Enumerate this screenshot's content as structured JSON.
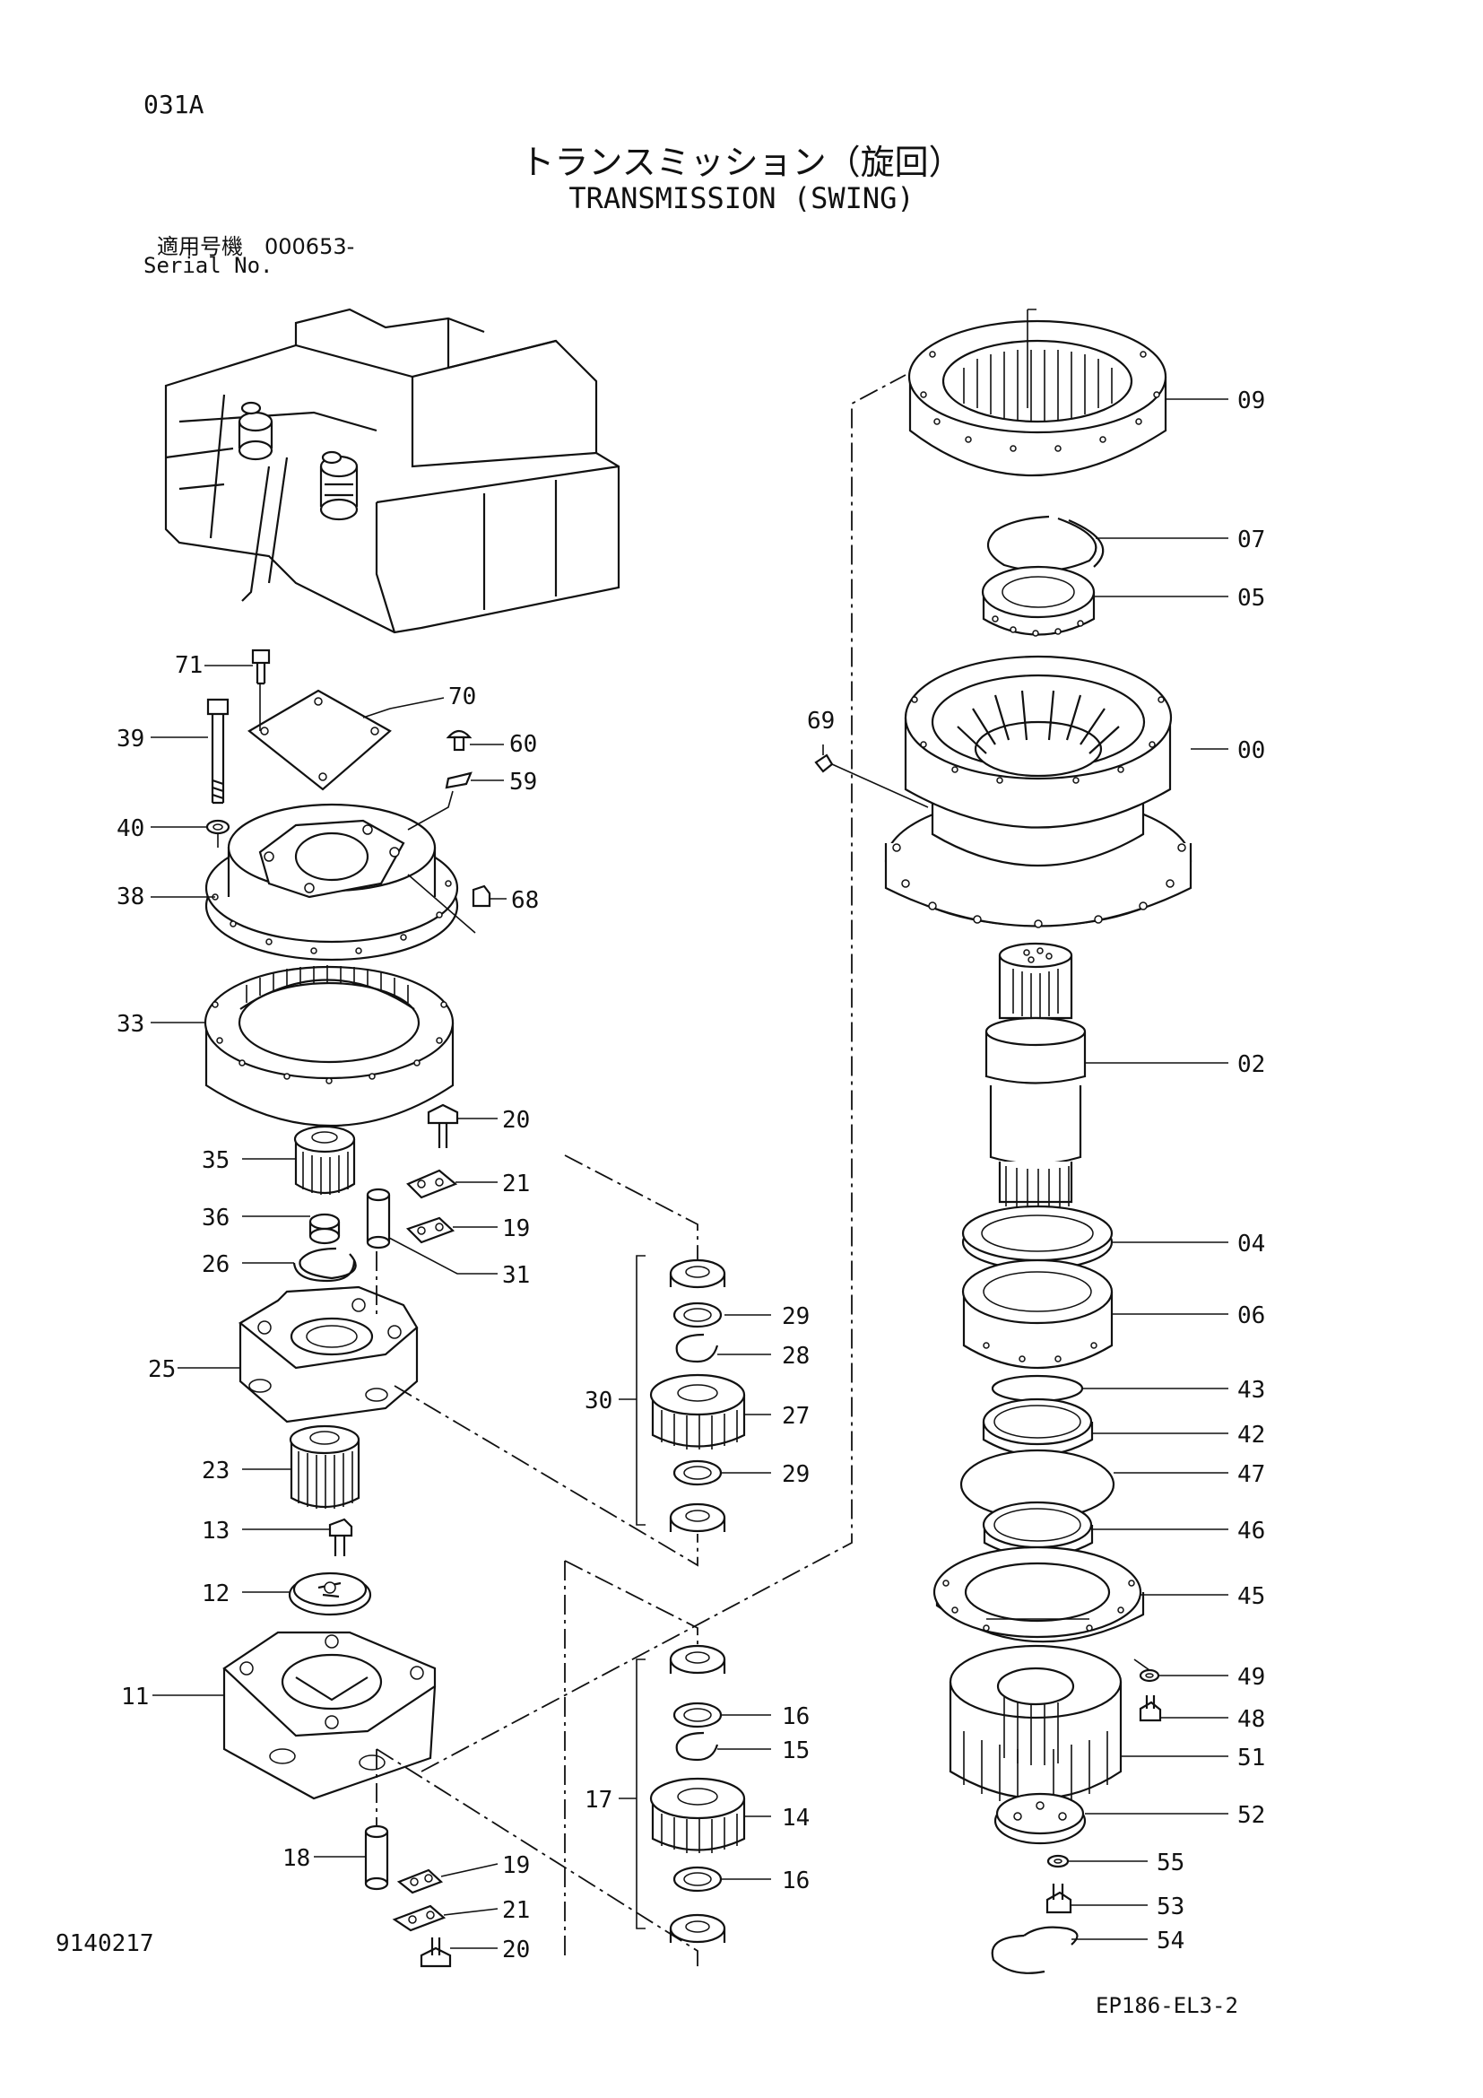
{
  "header": {
    "page_code": "031A",
    "title_jp": "トランスミッション（旋回）",
    "title_en": "TRANSMISSION (SWING)",
    "serial_label_jp": "適用号機　000653-",
    "serial_label_en": "Serial No."
  },
  "footer": {
    "document_number": "9140217",
    "drawing_code": "EP186-EL3-2"
  },
  "callouts": {
    "c71": "71",
    "c70": "70",
    "c39": "39",
    "c60": "60",
    "c59": "59",
    "c40": "40",
    "c38": "38",
    "c68": "68",
    "c33": "33",
    "c20a": "20",
    "c35": "35",
    "c21a": "21",
    "c36": "36",
    "c19a": "19",
    "c26": "26",
    "c31": "31",
    "c25": "25",
    "c23": "23",
    "c13": "13",
    "c12": "12",
    "c11": "11",
    "c18": "18",
    "c19b": "19",
    "c21b": "21",
    "c20b": "20",
    "c29a": "29",
    "c28": "28",
    "c30": "30",
    "c27": "27",
    "c29b": "29",
    "c16a": "16",
    "c15": "15",
    "c17": "17",
    "c14": "14",
    "c16b": "16",
    "c09": "09",
    "c07": "07",
    "c05": "05",
    "c69": "69",
    "c00": "00",
    "c02": "02",
    "c04": "04",
    "c06": "06",
    "c43": "43",
    "c42": "42",
    "c47": "47",
    "c46": "46",
    "c45": "45",
    "c49": "49",
    "c48": "48",
    "c51": "51",
    "c52": "52",
    "c55": "55",
    "c53": "53",
    "c54": "54"
  }
}
